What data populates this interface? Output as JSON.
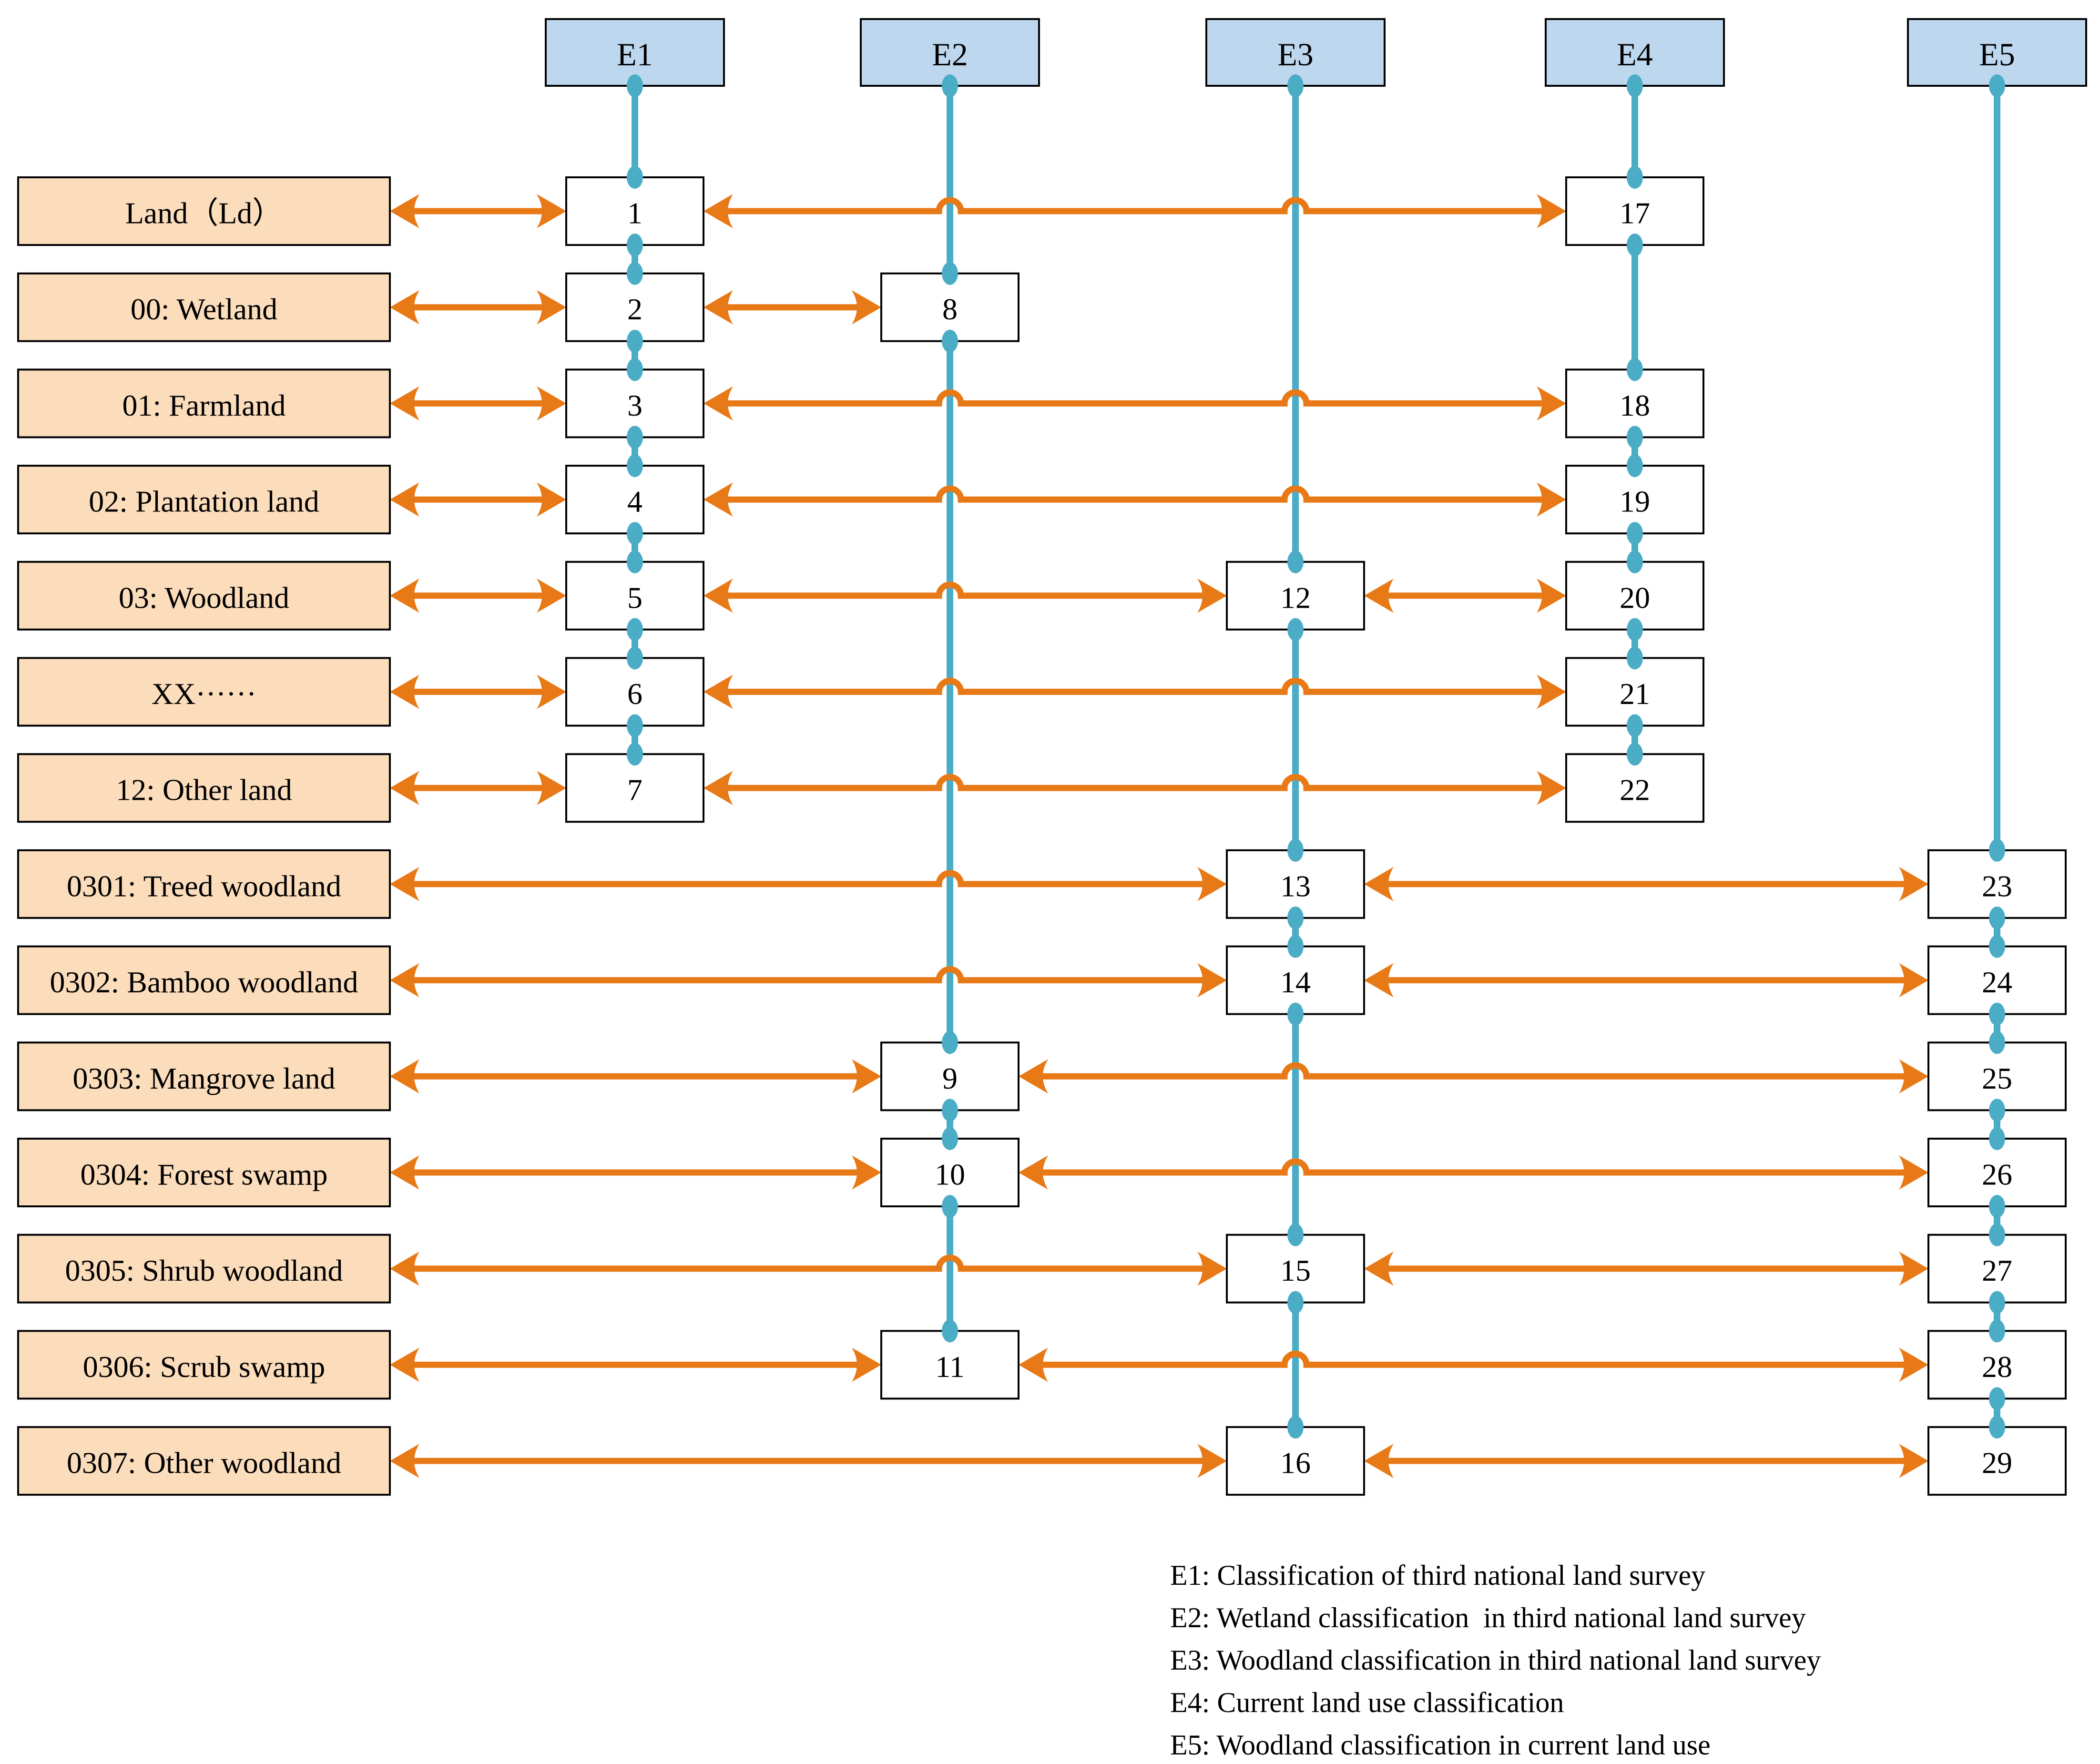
{
  "diagram": {
    "headers": [
      {
        "id": "E1",
        "label": "E1"
      },
      {
        "id": "E2",
        "label": "E2"
      },
      {
        "id": "E3",
        "label": "E3"
      },
      {
        "id": "E4",
        "label": "E4"
      },
      {
        "id": "E5",
        "label": "E5"
      }
    ],
    "left_labels": [
      "Land（Ld）",
      "00: Wetland",
      "01: Farmland",
      "02: Plantation land",
      "03: Woodland",
      "XX······",
      "12: Other land",
      "0301: Treed woodland",
      "0302: Bamboo woodland",
      "0303: Mangrove land",
      "0304: Forest swamp",
      "0305: Shrub woodland",
      "0306: Scrub swamp",
      "0307: Other woodland"
    ],
    "nodes": [
      {
        "id": "1",
        "col": "E1",
        "row": 1
      },
      {
        "id": "2",
        "col": "E1",
        "row": 2
      },
      {
        "id": "3",
        "col": "E1",
        "row": 3
      },
      {
        "id": "4",
        "col": "E1",
        "row": 4
      },
      {
        "id": "5",
        "col": "E1",
        "row": 5
      },
      {
        "id": "6",
        "col": "E1",
        "row": 6
      },
      {
        "id": "7",
        "col": "E1",
        "row": 7
      },
      {
        "id": "8",
        "col": "E2",
        "row": 2
      },
      {
        "id": "9",
        "col": "E2",
        "row": 10
      },
      {
        "id": "10",
        "col": "E2",
        "row": 11
      },
      {
        "id": "11",
        "col": "E2",
        "row": 13
      },
      {
        "id": "12",
        "col": "E3",
        "row": 5
      },
      {
        "id": "13",
        "col": "E3",
        "row": 8
      },
      {
        "id": "14",
        "col": "E3",
        "row": 9
      },
      {
        "id": "15",
        "col": "E3",
        "row": 12
      },
      {
        "id": "16",
        "col": "E3",
        "row": 14
      },
      {
        "id": "17",
        "col": "E4",
        "row": 1
      },
      {
        "id": "18",
        "col": "E4",
        "row": 3
      },
      {
        "id": "19",
        "col": "E4",
        "row": 4
      },
      {
        "id": "20",
        "col": "E4",
        "row": 5
      },
      {
        "id": "21",
        "col": "E4",
        "row": 6
      },
      {
        "id": "22",
        "col": "E4",
        "row": 7
      },
      {
        "id": "23",
        "col": "E5",
        "row": 8
      },
      {
        "id": "24",
        "col": "E5",
        "row": 9
      },
      {
        "id": "25",
        "col": "E5",
        "row": 10
      },
      {
        "id": "26",
        "col": "E5",
        "row": 11
      },
      {
        "id": "27",
        "col": "E5",
        "row": 12
      },
      {
        "id": "28",
        "col": "E5",
        "row": 13
      },
      {
        "id": "29",
        "col": "E5",
        "row": 14
      }
    ],
    "links": [
      {
        "row": 1,
        "from": "label",
        "to": "1"
      },
      {
        "row": 1,
        "from": "1",
        "to": "17"
      },
      {
        "row": 2,
        "from": "label",
        "to": "2"
      },
      {
        "row": 2,
        "from": "2",
        "to": "8"
      },
      {
        "row": 3,
        "from": "label",
        "to": "3"
      },
      {
        "row": 3,
        "from": "3",
        "to": "18"
      },
      {
        "row": 4,
        "from": "label",
        "to": "4"
      },
      {
        "row": 4,
        "from": "4",
        "to": "19"
      },
      {
        "row": 5,
        "from": "label",
        "to": "5"
      },
      {
        "row": 5,
        "from": "5",
        "to": "12"
      },
      {
        "row": 5,
        "from": "12",
        "to": "20"
      },
      {
        "row": 6,
        "from": "label",
        "to": "6"
      },
      {
        "row": 6,
        "from": "6",
        "to": "21"
      },
      {
        "row": 7,
        "from": "label",
        "to": "7"
      },
      {
        "row": 7,
        "from": "7",
        "to": "22"
      },
      {
        "row": 8,
        "from": "label",
        "to": "13"
      },
      {
        "row": 8,
        "from": "13",
        "to": "23"
      },
      {
        "row": 9,
        "from": "label",
        "to": "14"
      },
      {
        "row": 9,
        "from": "14",
        "to": "24"
      },
      {
        "row": 10,
        "from": "label",
        "to": "9"
      },
      {
        "row": 10,
        "from": "9",
        "to": "25"
      },
      {
        "row": 11,
        "from": "label",
        "to": "10"
      },
      {
        "row": 11,
        "from": "10",
        "to": "26"
      },
      {
        "row": 12,
        "from": "label",
        "to": "15"
      },
      {
        "row": 12,
        "from": "15",
        "to": "27"
      },
      {
        "row": 13,
        "from": "label",
        "to": "11"
      },
      {
        "row": 13,
        "from": "11",
        "to": "28"
      },
      {
        "row": 14,
        "from": "label",
        "to": "16"
      },
      {
        "row": 14,
        "from": "16",
        "to": "29"
      }
    ],
    "legend": {
      "lines": [
        "E1: Classification of third national land survey",
        "E2: Wetland classification  in third national land survey",
        "E3: Woodland classification in third national land survey",
        "E4: Current land use classification",
        "E5: Woodland classification in current land use"
      ]
    },
    "colors": {
      "header_fill": "#BDD7EE",
      "label_fill": "#FBDCBB",
      "node_fill": "#FFFFFF",
      "border": "#000000",
      "connector_line": "#4BACC6",
      "arrow": "#E87917",
      "text": "#000000"
    }
  }
}
